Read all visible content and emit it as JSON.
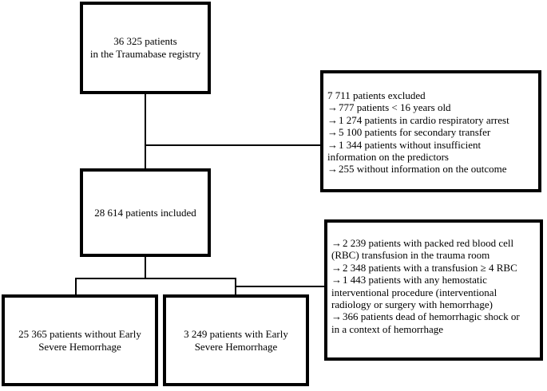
{
  "registry": {
    "line1": "36 325 patients",
    "line2": "in the Traumabase registry"
  },
  "excluded": {
    "header": "7 711 patients excluded",
    "items": [
      "777 patients < 16 years old",
      "1 274 patients in cardio respiratory arrest",
      "5 100 patients for secondary transfer",
      "1 344 patients without insufficient",
      "255 without information on the outcome"
    ],
    "item4_cont": "information on the predictors"
  },
  "included": {
    "label": "28 614 patients included"
  },
  "criteria": {
    "c1a": "2 239 patients with packed red blood cell",
    "c1b": "(RBC) transfusion in the trauma room",
    "c2": "2 348 patients with a transfusion ≥ 4 RBC",
    "c3a": "1 443 patients with any hemostatic",
    "c3b": "interventional procedure (interventional",
    "c3c": "radiology or surgery with hemorrhage)",
    "c4a": "366 patients dead of hemorrhagic shock or",
    "c4b": "in a context of hemorrhage"
  },
  "without": {
    "line1": "25 365 patients without Early",
    "line2": "Severe Hemorrhage"
  },
  "with": {
    "line1": "3 249 patients with Early",
    "line2": "Severe Hemorrhage"
  },
  "arrow_glyph": "→"
}
